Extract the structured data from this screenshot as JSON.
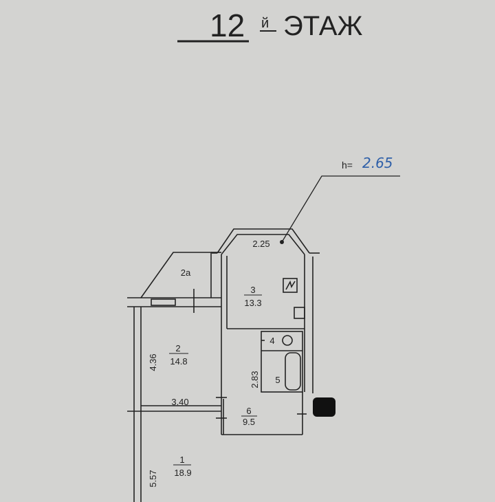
{
  "header": {
    "floor_number": "12",
    "floor_suffix": "й",
    "floor_word": "ЭТАЖ"
  },
  "ceiling": {
    "label": "h=",
    "value": "2.65"
  },
  "rooms": [
    {
      "id": "1",
      "area": "18.9"
    },
    {
      "id": "2",
      "area": "14.8"
    },
    {
      "id": "2a"
    },
    {
      "id": "3",
      "area": "13.3"
    },
    {
      "id": "4"
    },
    {
      "id": "5"
    },
    {
      "id": "6",
      "area": "9.5"
    }
  ],
  "dimensions": {
    "bay": "2.25",
    "room2_length": "4.36",
    "room2_width": "3.40",
    "hall_length": "2.83",
    "room1_length": "5.57"
  },
  "colors": {
    "paper": "#d3d3d1",
    "ink": "#222222",
    "handwriting": "#2e5fa8"
  }
}
